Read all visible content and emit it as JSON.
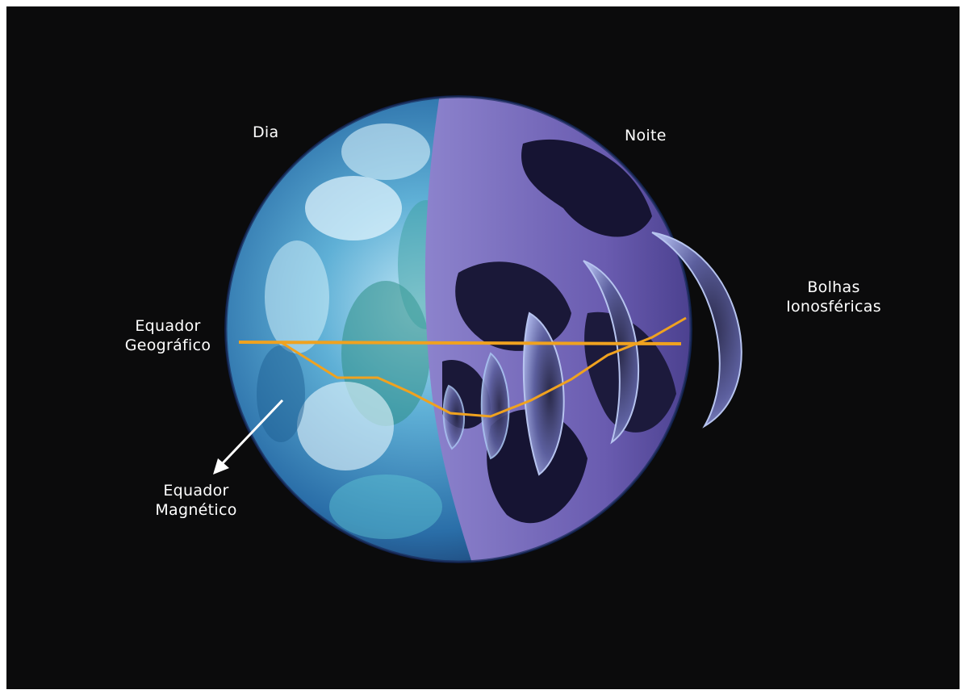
{
  "labels": {
    "day": "Dia",
    "night": "Noite",
    "bubbles_line1": "Bolhas",
    "bubbles_line2": "Ionosféricas",
    "geo_equator_line1": "Equador",
    "geo_equator_line2": "Geográfico",
    "mag_equator_line1": "Equador",
    "mag_equator_line2": "Magnético"
  },
  "colors": {
    "background": "#0b0b0c",
    "day_side": "#3e8fc4",
    "night_side": "#6d5fb0",
    "bubbles": "#7f86c9",
    "equator_lines": "#f0a21f",
    "text": "#ffffff"
  }
}
